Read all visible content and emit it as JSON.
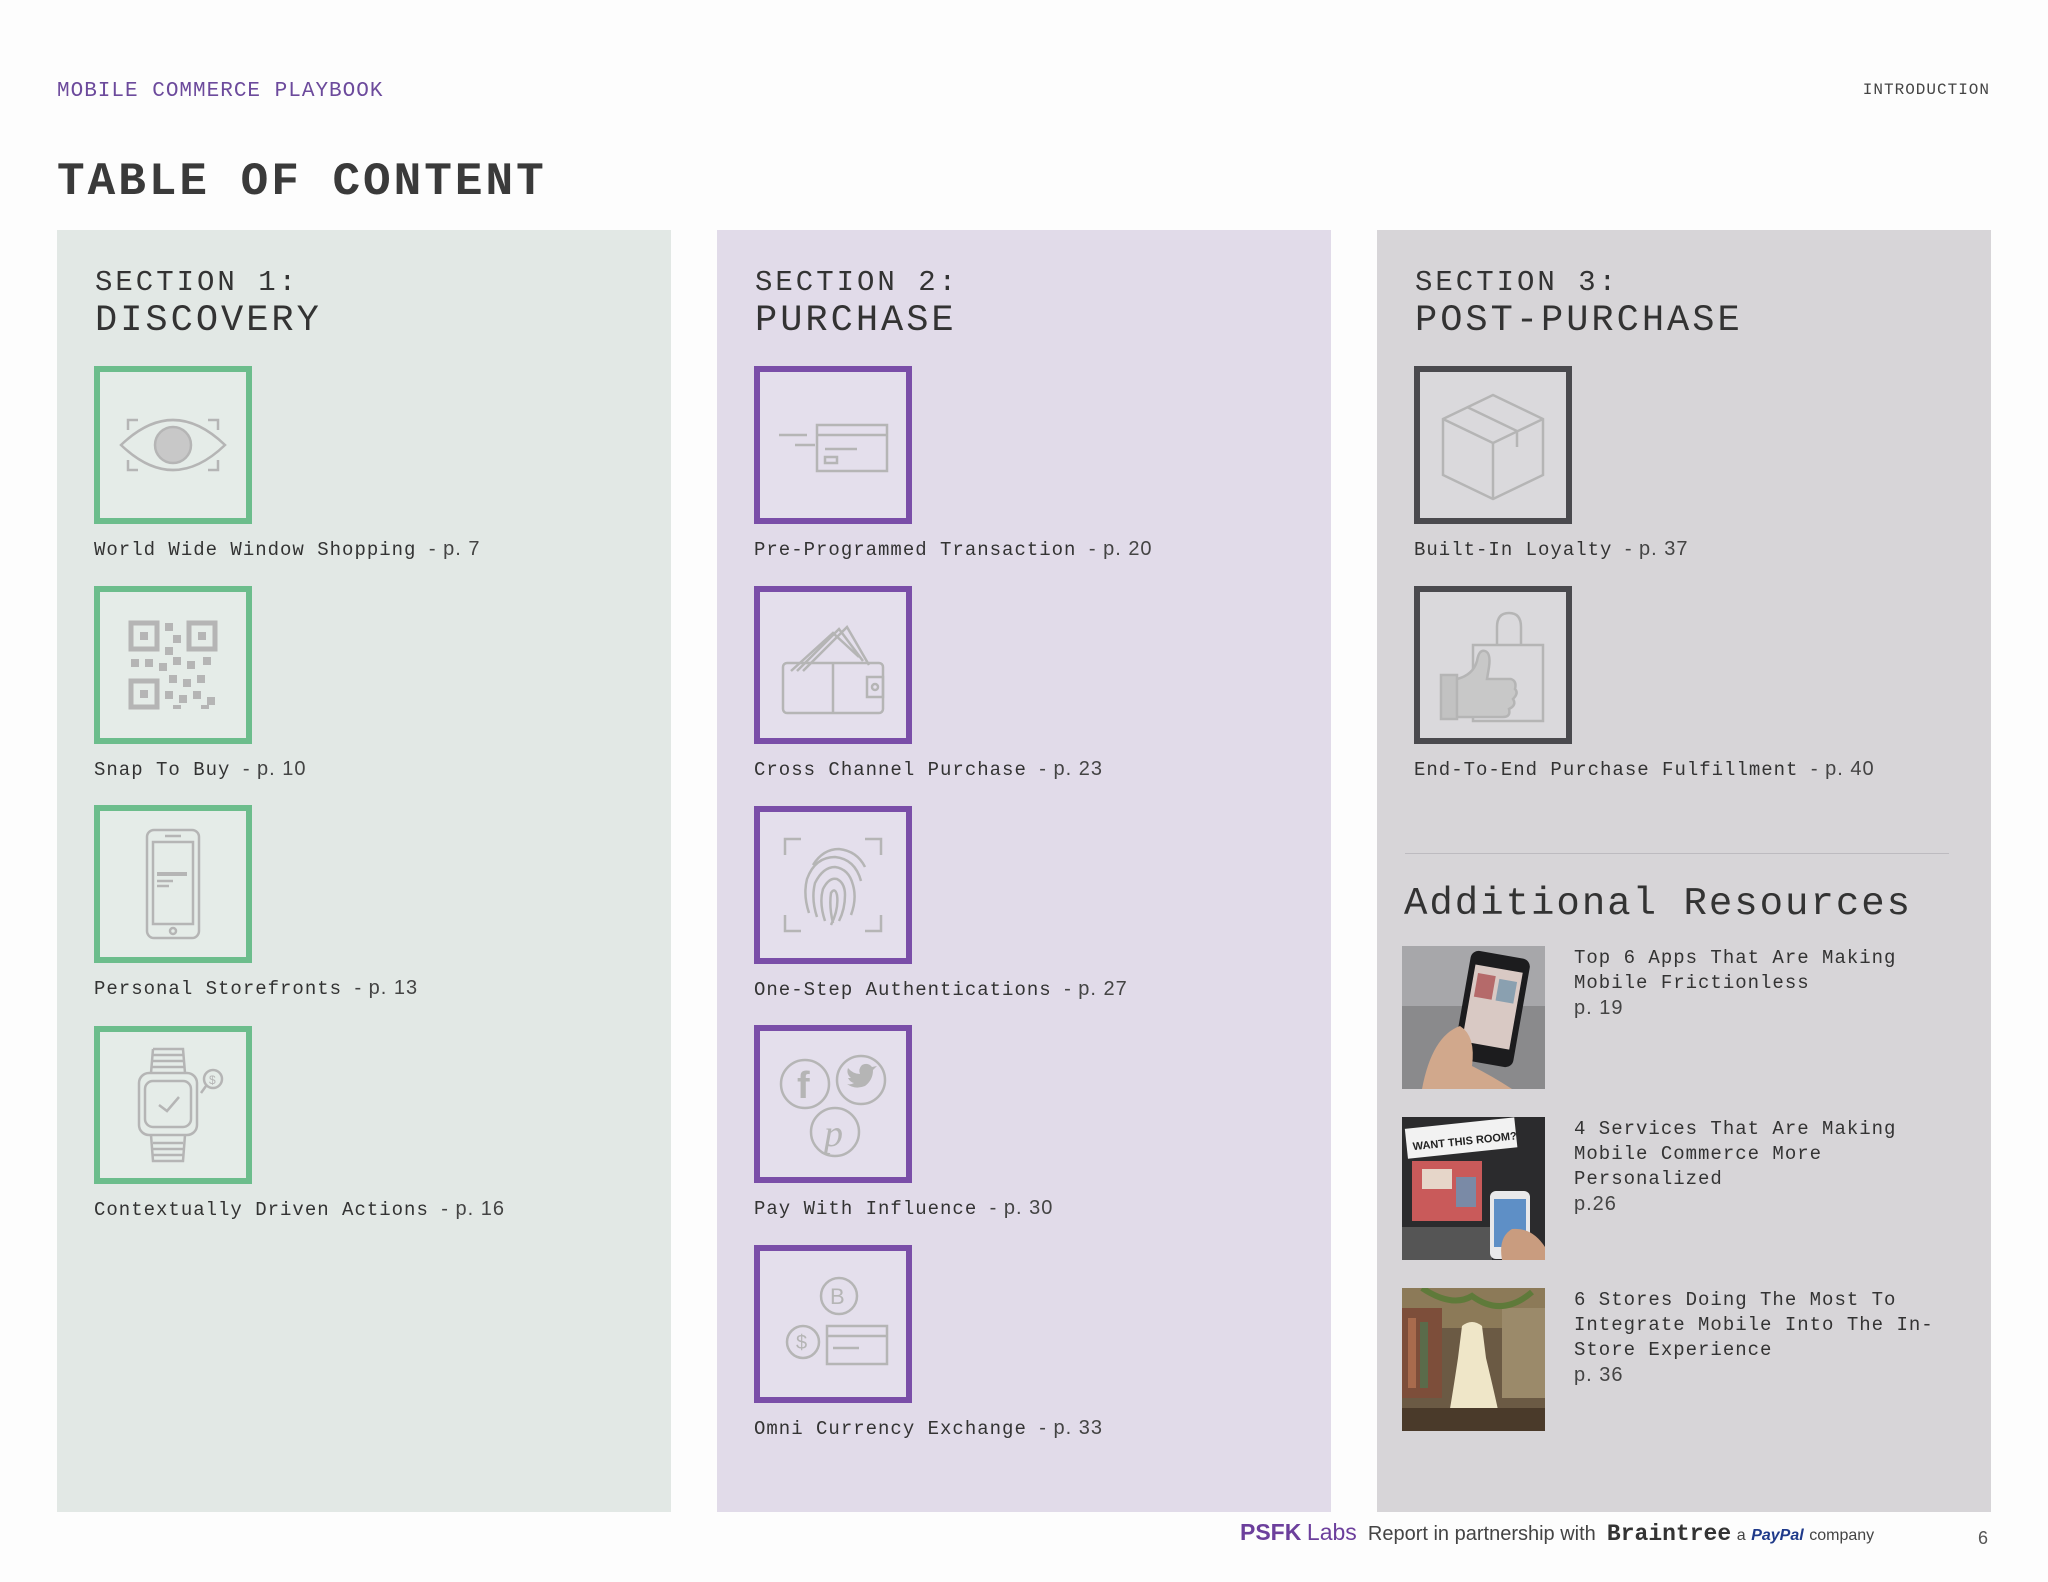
{
  "header": {
    "left": "MOBILE COMMERCE PLAYBOOK",
    "right": "INTRODUCTION"
  },
  "page_title": "TABLE OF CONTENT",
  "sections": [
    {
      "number": "SECTION 1:",
      "name": "DISCOVERY",
      "accent": "#6cbd8c",
      "background": "#e2e8e5",
      "items": [
        {
          "label": "World Wide Window Shopping",
          "page": "- p. 7",
          "icon": "eye-icon"
        },
        {
          "label": "Snap To Buy",
          "page": "- p. 10",
          "icon": "qr-code-icon"
        },
        {
          "label": "Personal Storefronts",
          "page": "- p. 13",
          "icon": "smartphone-icon"
        },
        {
          "label": "Contextually Driven Actions",
          "page": "- p. 16",
          "icon": "smartwatch-icon"
        }
      ]
    },
    {
      "number": "SECTION 2:",
      "name": "PURCHASE",
      "accent": "#7a4ea8",
      "background": "#e1dbe9",
      "items": [
        {
          "label": "Pre-Programmed Transaction",
          "page": "- p. 20",
          "icon": "credit-card-icon"
        },
        {
          "label": "Cross Channel Purchase",
          "page": "- p. 23",
          "icon": "wallet-icon"
        },
        {
          "label": "One-Step Authentications",
          "page": "- p. 27",
          "icon": "fingerprint-icon"
        },
        {
          "label": "Pay With Influence",
          "page": "- p. 30",
          "icon": "social-media-icon"
        },
        {
          "label": "Omni Currency Exchange",
          "page": "- p. 33",
          "icon": "currency-icon"
        }
      ]
    },
    {
      "number": "SECTION 3:",
      "name": "POST-PURCHASE",
      "accent": "#4a4a4e",
      "background": "#d7d5d8",
      "items": [
        {
          "label": "Built-In Loyalty",
          "page": "- p. 37",
          "icon": "package-box-icon"
        },
        {
          "label": "End-To-End Purchase Fulfillment",
          "page": "- p. 40",
          "icon": "shopping-bag-thumbs-up-icon"
        }
      ]
    }
  ],
  "additional_resources": {
    "title": "Additional Resources",
    "items": [
      {
        "text": "Top 6 Apps That Are Making Mobile Frictionless",
        "page": "p. 19"
      },
      {
        "text": "4 Services That Are Making Mobile Commerce More Personalized",
        "page": "p.26"
      },
      {
        "text": "6 Stores Doing The Most To Integrate Mobile Into The In-Store Experience",
        "page": "p. 36"
      }
    ]
  },
  "thumb_text": "WANT THIS ROOM?",
  "footer": {
    "psfk": "PSFK",
    "labs": "Labs",
    "partnership": "Report in partnership with",
    "braintree": "Braintree",
    "a": "a",
    "paypal": "PayPal",
    "company": "company"
  },
  "page_number": "6"
}
